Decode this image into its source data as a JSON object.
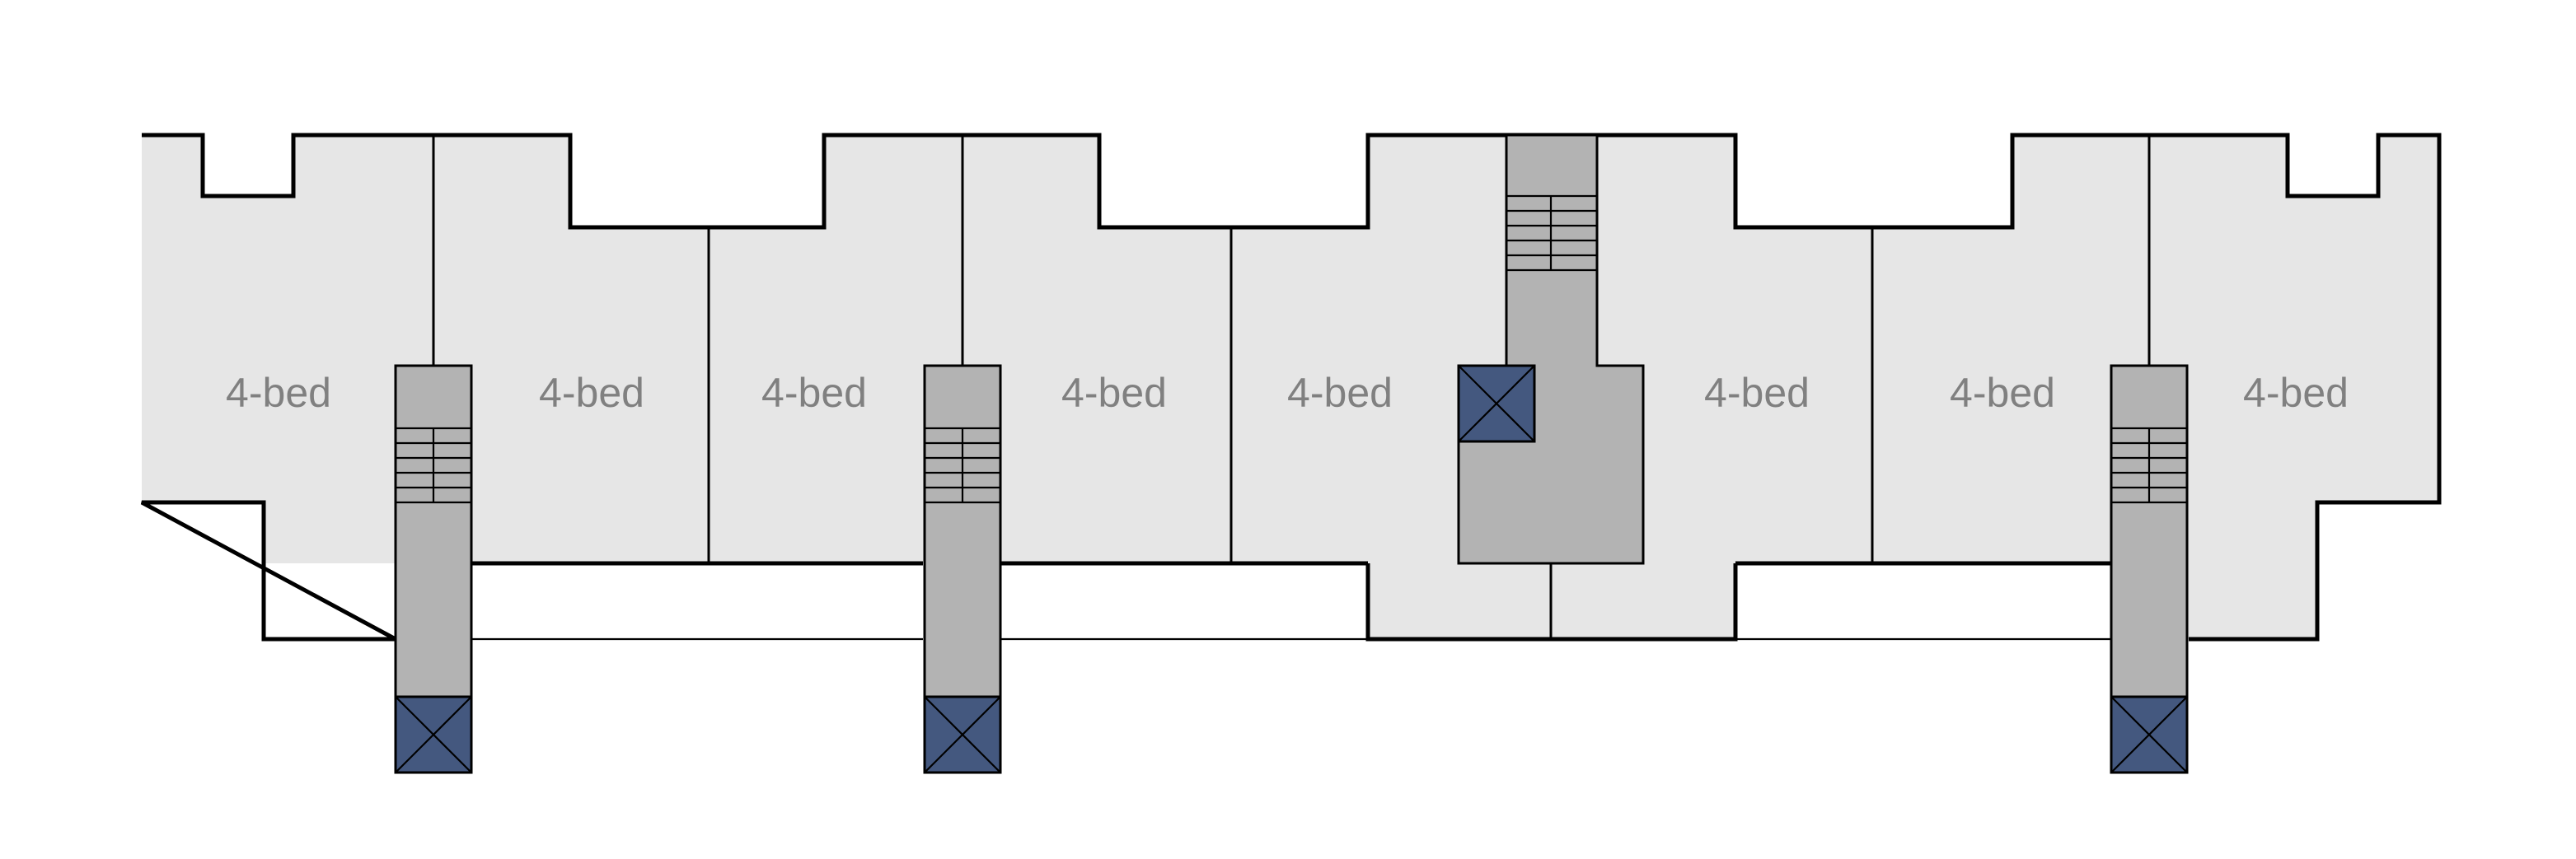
{
  "units": [
    {
      "label": "4-bed"
    },
    {
      "label": "4-bed"
    },
    {
      "label": "4-bed"
    },
    {
      "label": "4-bed"
    },
    {
      "label": "4-bed"
    },
    {
      "label": "4-bed"
    },
    {
      "label": "4-bed"
    },
    {
      "label": "4-bed"
    }
  ],
  "colors": {
    "unit_fill": "#e6e6e6",
    "core_fill": "#b3b3b3",
    "lift_fill": "#44587f",
    "label_text": "#808080"
  }
}
